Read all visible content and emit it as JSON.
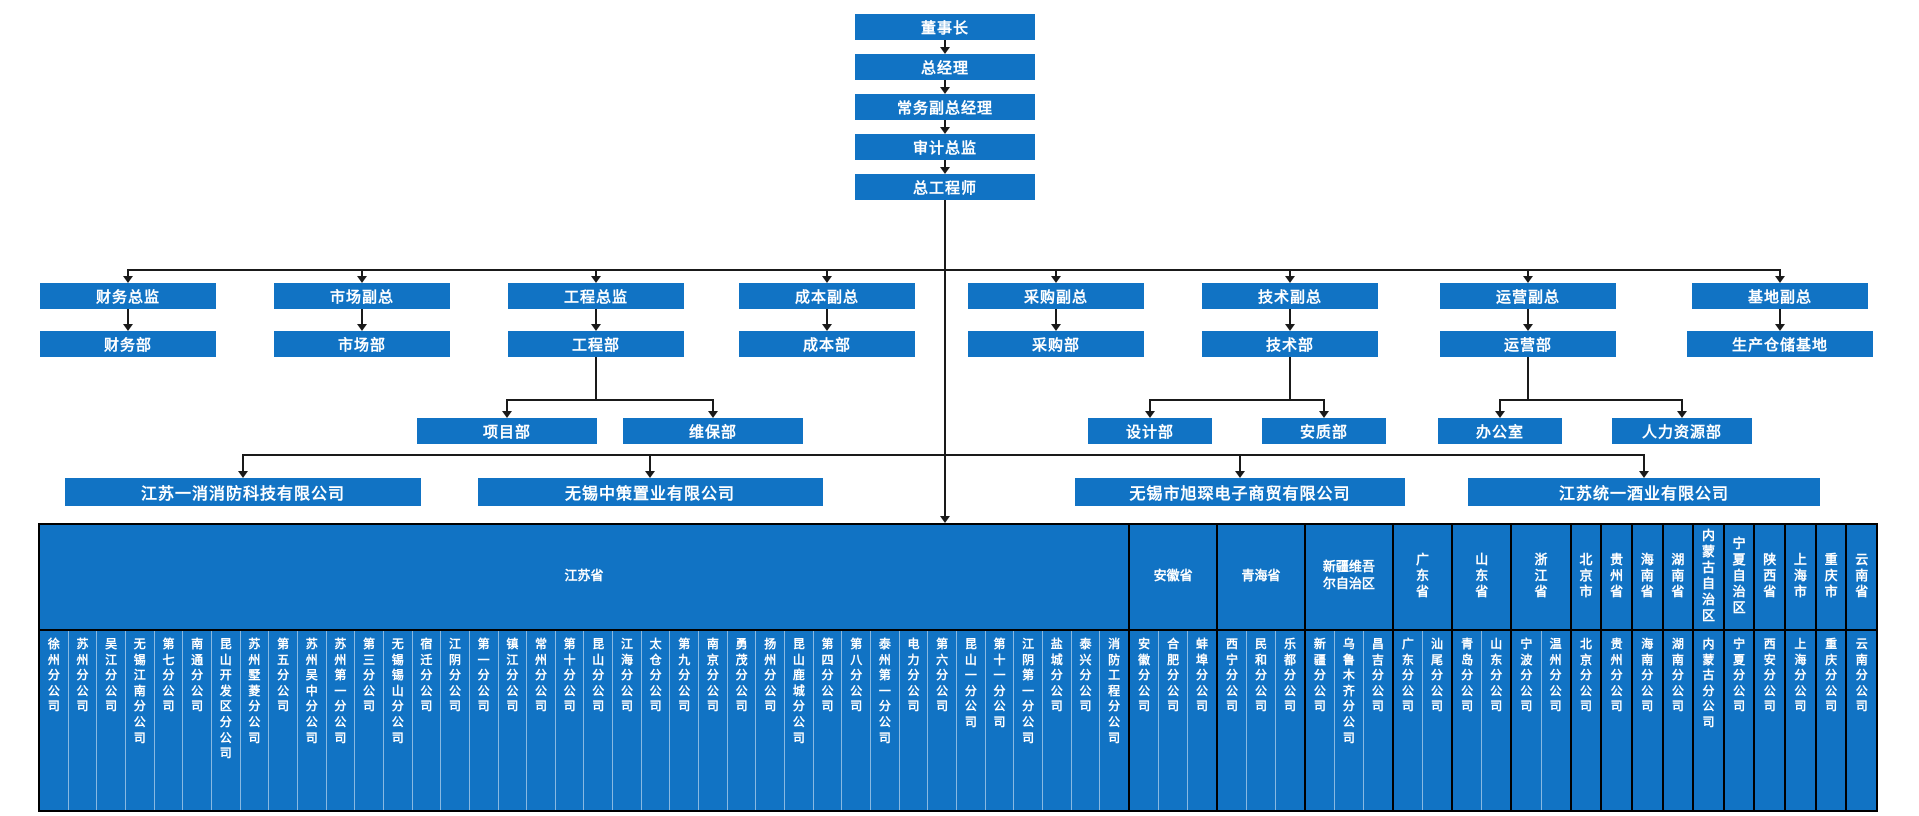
{
  "colors": {
    "node_blue": "#1173C4",
    "connector_black": "#1A1A1A",
    "text_white": "#FFFFFF",
    "column_divider": "rgba(255,255,255,0.5)"
  },
  "chain": [
    "董事长",
    "总经理",
    "常务副总经理",
    "审计总监",
    "总工程师"
  ],
  "departments": [
    {
      "head": "财务总监",
      "dept": "财务部",
      "children": []
    },
    {
      "head": "市场副总",
      "dept": "市场部",
      "children": []
    },
    {
      "head": "工程总监",
      "dept": "工程部",
      "children": [
        "项目部",
        "维保部"
      ]
    },
    {
      "head": "成本副总",
      "dept": "成本部",
      "children": []
    },
    {
      "head": "采购副总",
      "dept": "采购部",
      "children": []
    },
    {
      "head": "技术副总",
      "dept": "技术部",
      "children": [
        "设计部",
        "安质部"
      ]
    },
    {
      "head": "运营副总",
      "dept": "运营部",
      "children": [
        "办公室",
        "人力资源部"
      ]
    },
    {
      "head": "基地副总",
      "dept": "生产仓储基地",
      "children": []
    }
  ],
  "companies": [
    "江苏一消消防科技有限公司",
    "无锡中策置业有限公司",
    "无锡市旭琛电子商贸有限公司",
    "江苏统一酒业有限公司"
  ],
  "regions": [
    {
      "province": "江苏省",
      "branches": [
        "徐州分公司",
        "苏州分公司",
        "吴江分公司",
        "无锡江南分公司",
        "第七分公司",
        "南通分公司",
        "昆山开发区分公司",
        "苏州墅菱分公司",
        "第五分公司",
        "苏州吴中分公司",
        "苏州第一分公司",
        "第三分公司",
        "无锡锡山分公司",
        "宿迁分公司",
        "江阴分公司",
        "第一分公司",
        "镇江分公司",
        "常州分公司",
        "第十分公司",
        "昆山分公司",
        "江海分公司",
        "太仓分公司",
        "第九分公司",
        "南京分公司",
        "勇茂分公司",
        "扬州分公司",
        "昆山鹿城分公司",
        "第四分公司",
        "第八分公司",
        "泰州第一分公司",
        "电力分公司",
        "第六分公司",
        "昆山一分公司",
        "第十一分公司",
        "江阴第一分公司",
        "盐城分公司",
        "泰兴分公司",
        "消防工程分公司"
      ]
    },
    {
      "province": "安徽省",
      "branches": [
        "安徽分公司",
        "合肥分公司",
        "蚌埠分公司"
      ]
    },
    {
      "province": "青海省",
      "branches": [
        "西宁分公司",
        "民和分公司",
        "乐都分公司"
      ]
    },
    {
      "province": "新疆维吾尔自治区",
      "branches": [
        "新疆分公司",
        "乌鲁木齐分公司",
        "昌吉分公司"
      ]
    },
    {
      "province": "广东省",
      "branches": [
        "广东分公司",
        "汕尾分公司"
      ]
    },
    {
      "province": "山东省",
      "branches": [
        "青岛分公司",
        "山东分公司"
      ]
    },
    {
      "province": "浙江省",
      "branches": [
        "宁波分公司",
        "温州分公司"
      ]
    },
    {
      "province": "北京市",
      "branches": [
        "北京分公司"
      ]
    },
    {
      "province": "贵州省",
      "branches": [
        "贵州分公司"
      ]
    },
    {
      "province": "海南省",
      "branches": [
        "海南分公司"
      ]
    },
    {
      "province": "湖南省",
      "branches": [
        "湖南分公司"
      ]
    },
    {
      "province": "内蒙古自治区",
      "branches": [
        "内蒙古分公司"
      ]
    },
    {
      "province": "宁夏自治区",
      "branches": [
        "宁夏分公司"
      ]
    },
    {
      "province": "陕西省",
      "branches": [
        "西安分公司"
      ]
    },
    {
      "province": "上海市",
      "branches": [
        "上海分公司"
      ]
    },
    {
      "province": "重庆市",
      "branches": [
        "重庆分公司"
      ]
    },
    {
      "province": "云南省",
      "branches": [
        "云南分公司"
      ]
    }
  ]
}
